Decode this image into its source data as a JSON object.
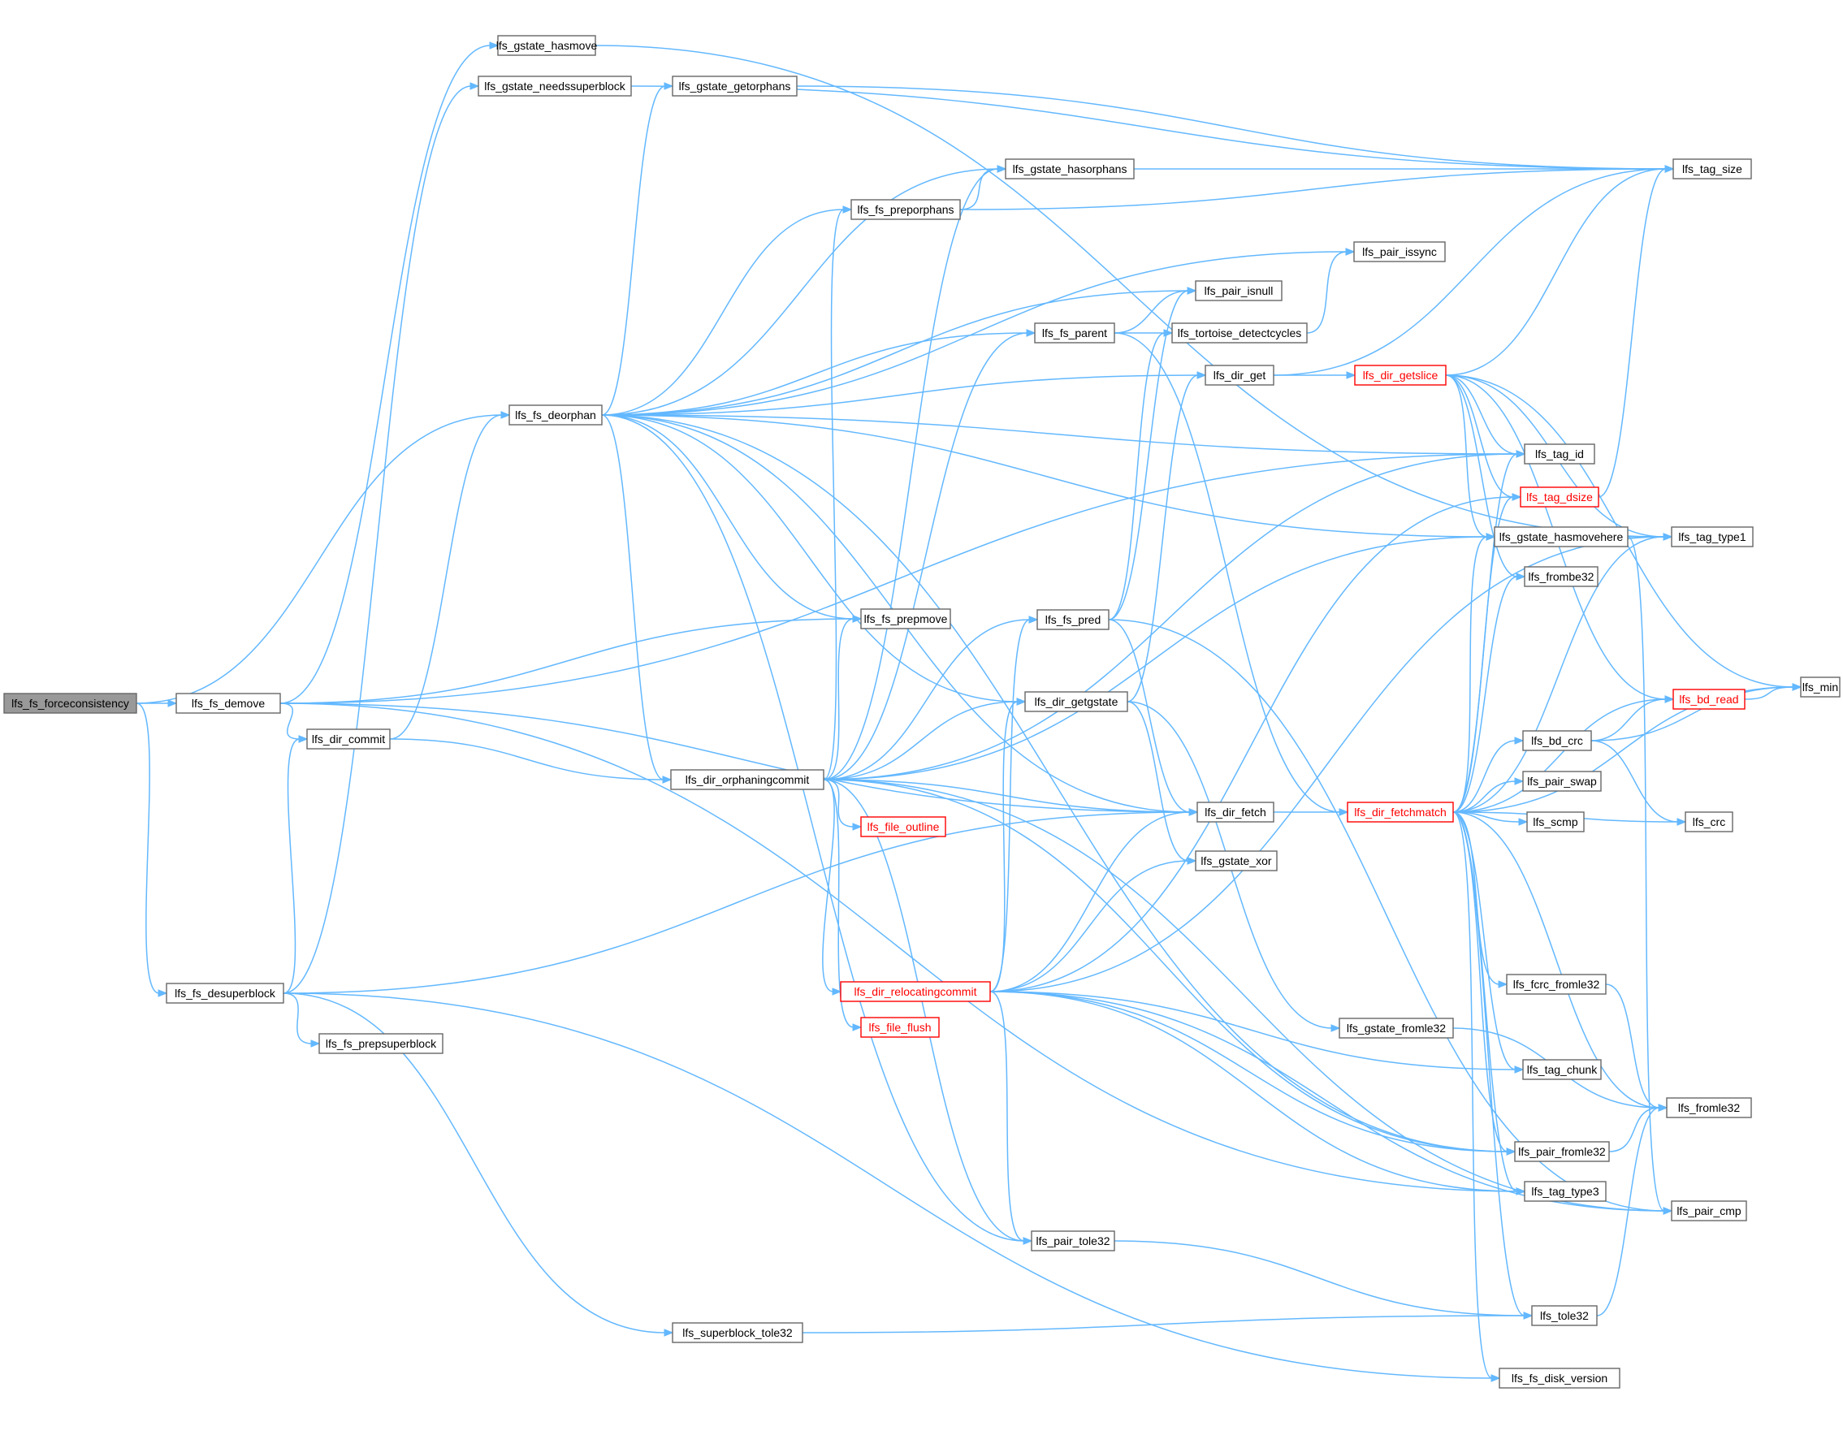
{
  "graph": {
    "kind": "call-graph",
    "colors": {
      "edge": "#63b8ff",
      "node_border": "#666666",
      "node_fill": "#ffffff",
      "root_fill": "#999999",
      "incomplete_border": "#ff0000"
    },
    "nodes": [
      {
        "id": "forceconsistency",
        "label": "lfs_fs_forceconsistency",
        "style": "root"
      },
      {
        "id": "demove",
        "label": "lfs_fs_demove",
        "style": "normal"
      },
      {
        "id": "desuperblock",
        "label": "lfs_fs_desuperblock",
        "style": "normal"
      },
      {
        "id": "deorphan",
        "label": "lfs_fs_deorphan",
        "style": "normal"
      },
      {
        "id": "dir_commit",
        "label": "lfs_dir_commit",
        "style": "normal"
      },
      {
        "id": "gstate_hasmove",
        "label": "lfs_gstate_hasmove",
        "style": "normal"
      },
      {
        "id": "gstate_needssuperblock",
        "label": "lfs_gstate_needssuperblock",
        "style": "normal"
      },
      {
        "id": "prepsuperblock",
        "label": "lfs_fs_prepsuperblock",
        "style": "normal"
      },
      {
        "id": "superblock_tole32",
        "label": "lfs_superblock_tole32",
        "style": "normal"
      },
      {
        "id": "gstate_getorphans",
        "label": "lfs_gstate_getorphans",
        "style": "normal"
      },
      {
        "id": "gstate_hasorphans",
        "label": "lfs_gstate_hasorphans",
        "style": "normal"
      },
      {
        "id": "preporphans",
        "label": "lfs_fs_preporphans",
        "style": "normal"
      },
      {
        "id": "prepmove",
        "label": "lfs_fs_prepmove",
        "style": "normal"
      },
      {
        "id": "orphaningcommit",
        "label": "lfs_dir_orphaningcommit",
        "style": "normal"
      },
      {
        "id": "file_outline",
        "label": "lfs_file_outline",
        "style": "incomplete"
      },
      {
        "id": "relocatingcommit",
        "label": "lfs_dir_relocatingcommit",
        "style": "incomplete"
      },
      {
        "id": "file_flush",
        "label": "lfs_file_flush",
        "style": "incomplete"
      },
      {
        "id": "pair_issync",
        "label": "lfs_pair_issync",
        "style": "normal"
      },
      {
        "id": "pair_isnull",
        "label": "lfs_pair_isnull",
        "style": "normal"
      },
      {
        "id": "fs_parent",
        "label": "lfs_fs_parent",
        "style": "normal"
      },
      {
        "id": "tortoise",
        "label": "lfs_tortoise_detectcycles",
        "style": "normal"
      },
      {
        "id": "dir_get",
        "label": "lfs_dir_get",
        "style": "normal"
      },
      {
        "id": "fs_pred",
        "label": "lfs_fs_pred",
        "style": "normal"
      },
      {
        "id": "dir_getgstate",
        "label": "lfs_dir_getgstate",
        "style": "normal"
      },
      {
        "id": "dir_fetch",
        "label": "lfs_dir_fetch",
        "style": "normal"
      },
      {
        "id": "gstate_xor",
        "label": "lfs_gstate_xor",
        "style": "normal"
      },
      {
        "id": "pair_tole32",
        "label": "lfs_pair_tole32",
        "style": "normal"
      },
      {
        "id": "gstate_fromle32",
        "label": "lfs_gstate_fromle32",
        "style": "normal"
      },
      {
        "id": "dir_getslice",
        "label": "lfs_dir_getslice",
        "style": "incomplete"
      },
      {
        "id": "dir_fetchmatch",
        "label": "lfs_dir_fetchmatch",
        "style": "incomplete"
      },
      {
        "id": "tag_id",
        "label": "lfs_tag_id",
        "style": "normal"
      },
      {
        "id": "tag_dsize",
        "label": "lfs_tag_dsize",
        "style": "incomplete"
      },
      {
        "id": "gstate_hasmovehere",
        "label": "lfs_gstate_hasmovehere",
        "style": "normal"
      },
      {
        "id": "frombe32",
        "label": "lfs_frombe32",
        "style": "normal"
      },
      {
        "id": "bd_crc",
        "label": "lfs_bd_crc",
        "style": "normal"
      },
      {
        "id": "pair_swap",
        "label": "lfs_pair_swap",
        "style": "normal"
      },
      {
        "id": "scmp",
        "label": "lfs_scmp",
        "style": "normal"
      },
      {
        "id": "fcrc_fromle32",
        "label": "lfs_fcrc_fromle32",
        "style": "normal"
      },
      {
        "id": "tag_chunk",
        "label": "lfs_tag_chunk",
        "style": "normal"
      },
      {
        "id": "pair_fromle32",
        "label": "lfs_pair_fromle32",
        "style": "normal"
      },
      {
        "id": "tag_type3",
        "label": "lfs_tag_type3",
        "style": "normal"
      },
      {
        "id": "tole32",
        "label": "lfs_tole32",
        "style": "normal"
      },
      {
        "id": "disk_version",
        "label": "lfs_fs_disk_version",
        "style": "normal"
      },
      {
        "id": "tag_size",
        "label": "lfs_tag_size",
        "style": "normal"
      },
      {
        "id": "tag_type1",
        "label": "lfs_tag_type1",
        "style": "normal"
      },
      {
        "id": "bd_read",
        "label": "lfs_bd_read",
        "style": "incomplete"
      },
      {
        "id": "crc",
        "label": "lfs_crc",
        "style": "normal"
      },
      {
        "id": "fromle32",
        "label": "lfs_fromle32",
        "style": "normal"
      },
      {
        "id": "pair_cmp",
        "label": "lfs_pair_cmp",
        "style": "normal"
      },
      {
        "id": "min",
        "label": "lfs_min",
        "style": "normal"
      }
    ],
    "edges": [
      [
        "forceconsistency",
        "demove"
      ],
      [
        "forceconsistency",
        "desuperblock"
      ],
      [
        "forceconsistency",
        "deorphan"
      ],
      [
        "demove",
        "gstate_hasmove"
      ],
      [
        "demove",
        "tag_id"
      ],
      [
        "demove",
        "prepmove"
      ],
      [
        "demove",
        "dir_commit"
      ],
      [
        "demove",
        "dir_fetch"
      ],
      [
        "demove",
        "tag_type3"
      ],
      [
        "desuperblock",
        "gstate_needssuperblock"
      ],
      [
        "desuperblock",
        "prepsuperblock"
      ],
      [
        "desuperblock",
        "superblock_tole32"
      ],
      [
        "desuperblock",
        "dir_commit"
      ],
      [
        "desuperblock",
        "dir_fetch"
      ],
      [
        "desuperblock",
        "disk_version"
      ],
      [
        "dir_commit",
        "deorphan"
      ],
      [
        "dir_commit",
        "orphaningcommit"
      ],
      [
        "gstate_hasmove",
        "tag_type1"
      ],
      [
        "gstate_needssuperblock",
        "tag_size"
      ],
      [
        "gstate_getorphans",
        "tag_size"
      ],
      [
        "gstate_hasorphans",
        "tag_size"
      ],
      [
        "preporphans",
        "tag_size"
      ],
      [
        "preporphans",
        "gstate_hasorphans"
      ],
      [
        "superblock_tole32",
        "tole32"
      ],
      [
        "deorphan",
        "gstate_getorphans"
      ],
      [
        "deorphan",
        "gstate_hasorphans"
      ],
      [
        "deorphan",
        "preporphans"
      ],
      [
        "deorphan",
        "pair_issync"
      ],
      [
        "deorphan",
        "pair_isnull"
      ],
      [
        "deorphan",
        "fs_parent"
      ],
      [
        "deorphan",
        "dir_get"
      ],
      [
        "deorphan",
        "tag_id"
      ],
      [
        "deorphan",
        "gstate_hasmovehere"
      ],
      [
        "deorphan",
        "prepmove"
      ],
      [
        "deorphan",
        "orphaningcommit"
      ],
      [
        "deorphan",
        "dir_getgstate"
      ],
      [
        "deorphan",
        "dir_fetch"
      ],
      [
        "deorphan",
        "pair_fromle32"
      ],
      [
        "deorphan",
        "pair_tole32"
      ],
      [
        "orphaningcommit",
        "gstate_hasorphans"
      ],
      [
        "orphaningcommit",
        "preporphans"
      ],
      [
        "orphaningcommit",
        "prepmove"
      ],
      [
        "orphaningcommit",
        "fs_parent"
      ],
      [
        "orphaningcommit",
        "fs_pred"
      ],
      [
        "orphaningcommit",
        "dir_getgstate"
      ],
      [
        "orphaningcommit",
        "dir_fetch"
      ],
      [
        "orphaningcommit",
        "tag_id"
      ],
      [
        "orphaningcommit",
        "gstate_hasmovehere"
      ],
      [
        "orphaningcommit",
        "file_outline"
      ],
      [
        "orphaningcommit",
        "relocatingcommit"
      ],
      [
        "orphaningcommit",
        "file_flush"
      ],
      [
        "orphaningcommit",
        "pair_tole32"
      ],
      [
        "orphaningcommit",
        "pair_fromle32"
      ],
      [
        "orphaningcommit",
        "pair_cmp"
      ],
      [
        "relocatingcommit",
        "fs_pred"
      ],
      [
        "relocatingcommit",
        "dir_getgstate"
      ],
      [
        "relocatingcommit",
        "dir_fetch"
      ],
      [
        "relocatingcommit",
        "gstate_xor"
      ],
      [
        "relocatingcommit",
        "tag_type1"
      ],
      [
        "relocatingcommit",
        "tag_dsize"
      ],
      [
        "relocatingcommit",
        "tag_chunk"
      ],
      [
        "relocatingcommit",
        "pair_fromle32"
      ],
      [
        "relocatingcommit",
        "tag_type3"
      ],
      [
        "relocatingcommit",
        "pair_cmp"
      ],
      [
        "relocatingcommit",
        "pair_tole32"
      ],
      [
        "fs_parent",
        "pair_isnull"
      ],
      [
        "fs_parent",
        "tortoise"
      ],
      [
        "fs_parent",
        "dir_fetchmatch"
      ],
      [
        "tortoise",
        "pair_issync"
      ],
      [
        "fs_pred",
        "pair_isnull"
      ],
      [
        "fs_pred",
        "tortoise"
      ],
      [
        "fs_pred",
        "dir_fetch"
      ],
      [
        "fs_pred",
        "pair_cmp"
      ],
      [
        "dir_get",
        "dir_getslice"
      ],
      [
        "dir_get",
        "tag_size"
      ],
      [
        "dir_getgstate",
        "dir_get"
      ],
      [
        "dir_getgstate",
        "gstate_fromle32"
      ],
      [
        "dir_getgstate",
        "gstate_xor"
      ],
      [
        "dir_fetch",
        "dir_fetchmatch"
      ],
      [
        "pair_tole32",
        "tole32"
      ],
      [
        "gstate_fromle32",
        "fromle32"
      ],
      [
        "dir_getslice",
        "tag_size"
      ],
      [
        "dir_getslice",
        "tag_id"
      ],
      [
        "dir_getslice",
        "tag_dsize"
      ],
      [
        "dir_getslice",
        "gstate_hasmovehere"
      ],
      [
        "dir_getslice",
        "frombe32"
      ],
      [
        "dir_getslice",
        "tag_type1"
      ],
      [
        "dir_getslice",
        "bd_read"
      ],
      [
        "dir_getslice",
        "min"
      ],
      [
        "dir_fetchmatch",
        "tag_id"
      ],
      [
        "dir_fetchmatch",
        "tag_dsize"
      ],
      [
        "dir_fetchmatch",
        "gstate_hasmovehere"
      ],
      [
        "dir_fetchmatch",
        "frombe32"
      ],
      [
        "dir_fetchmatch",
        "tag_type1"
      ],
      [
        "dir_fetchmatch",
        "bd_read"
      ],
      [
        "dir_fetchmatch",
        "bd_crc"
      ],
      [
        "dir_fetchmatch",
        "pair_swap"
      ],
      [
        "dir_fetchmatch",
        "scmp"
      ],
      [
        "dir_fetchmatch",
        "crc"
      ],
      [
        "dir_fetchmatch",
        "min"
      ],
      [
        "dir_fetchmatch",
        "fcrc_fromle32"
      ],
      [
        "dir_fetchmatch",
        "tag_chunk"
      ],
      [
        "dir_fetchmatch",
        "fromle32"
      ],
      [
        "dir_fetchmatch",
        "pair_fromle32"
      ],
      [
        "dir_fetchmatch",
        "tag_type3"
      ],
      [
        "dir_fetchmatch",
        "tole32"
      ],
      [
        "dir_fetchmatch",
        "disk_version"
      ],
      [
        "tag_dsize",
        "tag_size"
      ],
      [
        "gstate_hasmovehere",
        "tag_type1"
      ],
      [
        "gstate_hasmovehere",
        "pair_cmp"
      ],
      [
        "bd_crc",
        "bd_read"
      ],
      [
        "bd_crc",
        "crc"
      ],
      [
        "bd_crc",
        "min"
      ],
      [
        "bd_read",
        "min"
      ],
      [
        "fcrc_fromle32",
        "fromle32"
      ],
      [
        "pair_fromle32",
        "fromle32"
      ],
      [
        "tole32",
        "fromle32"
      ]
    ]
  }
}
